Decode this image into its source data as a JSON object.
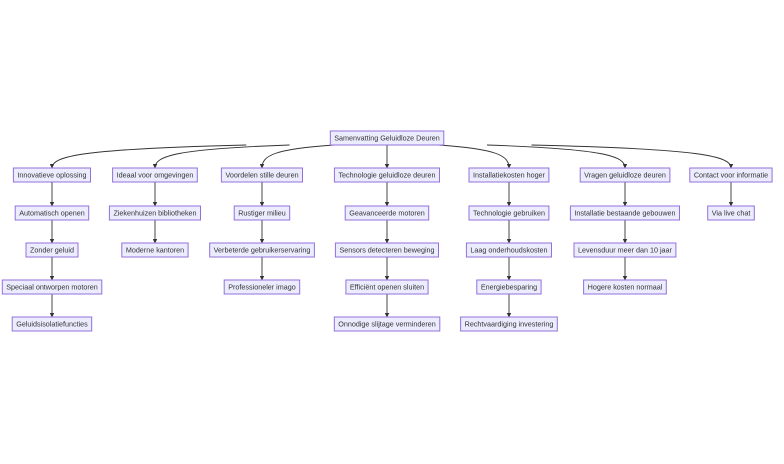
{
  "diagram": {
    "root": "Samenvatting Geluidloze Deuren",
    "columns": [
      {
        "title": "Innovatieve oplossing",
        "children": [
          "Automatisch openen",
          "Zonder geluid",
          "Speciaal ontworpen motoren",
          "Geluidsisolatiefuncties"
        ]
      },
      {
        "title": "Ideaal voor omgevingen",
        "children": [
          "Ziekenhuizen bibliotheken",
          "Moderne kantoren"
        ]
      },
      {
        "title": "Voordelen stille deuren",
        "children": [
          "Rustiger milieu",
          "Verbeterde gebruikerservaring",
          "Professioneler imago"
        ]
      },
      {
        "title": "Technologie geluidloze deuren",
        "children": [
          "Geavanceerde motoren",
          "Sensors detecteren beweging",
          "Efficiënt openen sluiten",
          "Onnodige slijtage verminderen"
        ]
      },
      {
        "title": "Installatiekosten hoger",
        "children": [
          "Technologie gebruiken",
          "Laag onderhoudskosten",
          "Energiebesparing",
          "Rechtvaardiging investering"
        ]
      },
      {
        "title": "Vragen geluidloze deuren",
        "children": [
          "Installatie bestaande gebouwen",
          "Levensduur meer dan 10 jaar",
          "Hogere kosten normaal"
        ]
      },
      {
        "title": "Contact voor informatie",
        "children": [
          "Via live chat"
        ]
      }
    ]
  }
}
